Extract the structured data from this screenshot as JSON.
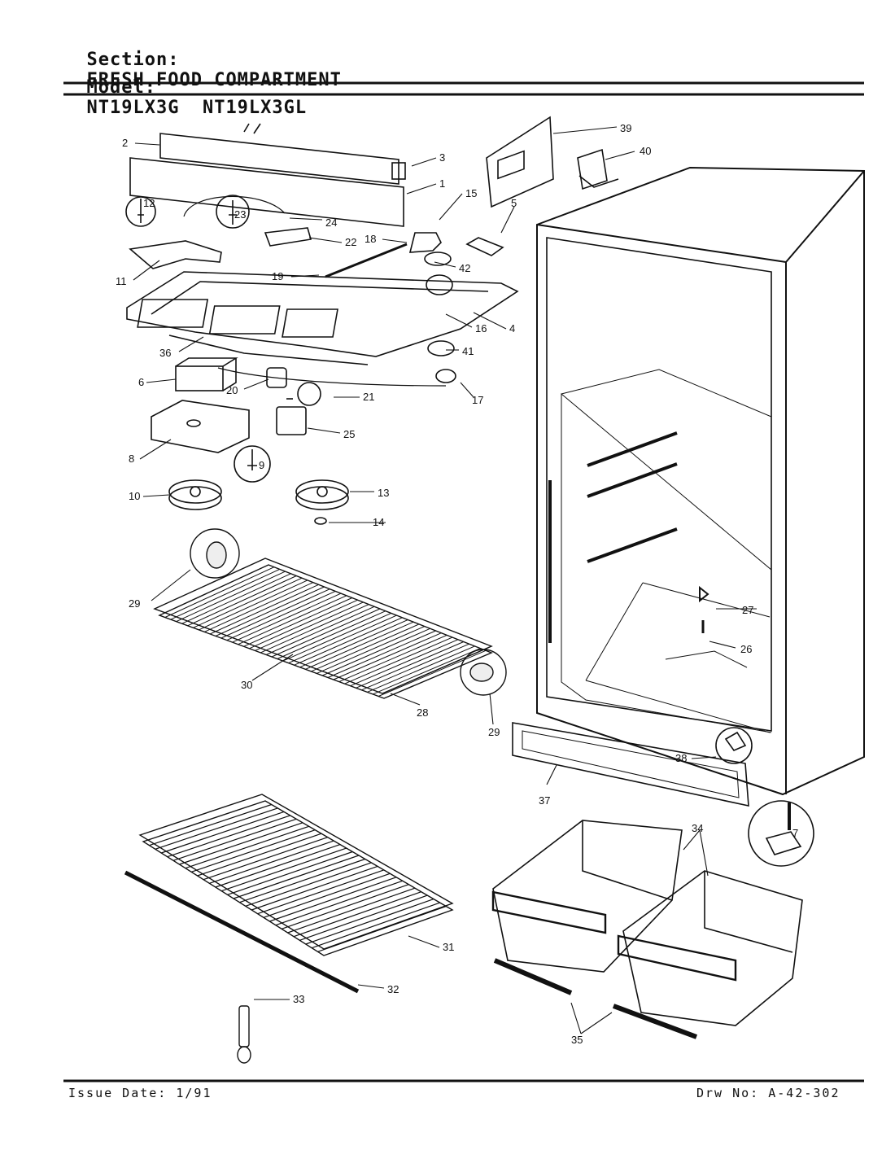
{
  "header": {
    "section_label": "Section:",
    "section_value": "FRESH FOOD COMPARTMENT",
    "model_label": "Model:",
    "model_values": "NT19LX3G  NT19LX3GL"
  },
  "footer": {
    "issue_date": "Issue Date: 1/91",
    "drawing_number": "Drw No: A-42-302"
  },
  "callouts": [
    "2",
    "3",
    "1",
    "12",
    "23",
    "24",
    "22",
    "15",
    "18",
    "19",
    "42",
    "11",
    "4",
    "16",
    "41",
    "36",
    "6",
    "20",
    "17",
    "21",
    "8",
    "9",
    "25",
    "10",
    "13",
    "14",
    "29",
    "30",
    "28",
    "29",
    "39",
    "40",
    "5",
    "27",
    "26",
    "38",
    "37",
    "7",
    "34",
    "31",
    "32",
    "33",
    "35"
  ]
}
